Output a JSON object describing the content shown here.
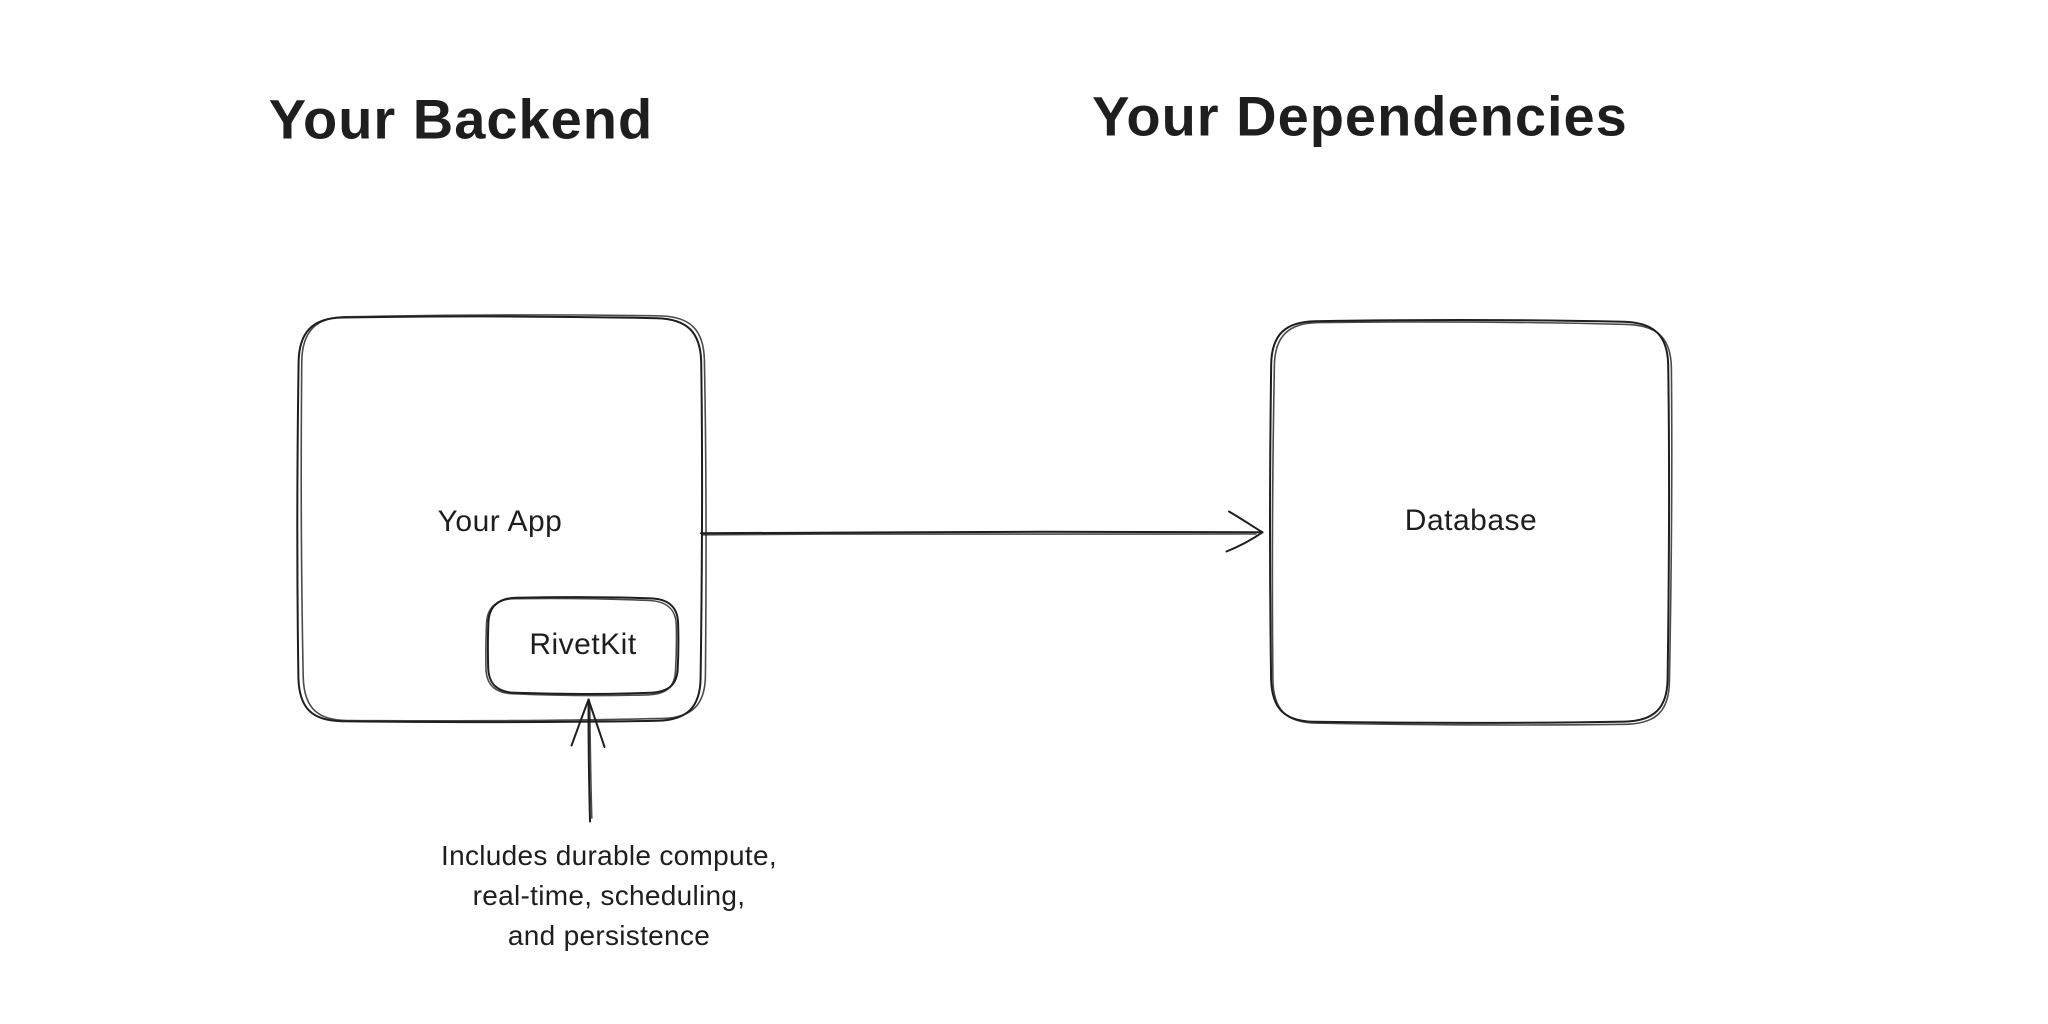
{
  "diagram": {
    "columns": {
      "backend": {
        "title": "Your Backend"
      },
      "dependencies": {
        "title": "Your Dependencies"
      }
    },
    "nodes": {
      "your_app": {
        "label": "Your App"
      },
      "rivetkit": {
        "label": "RivetKit"
      },
      "database": {
        "label": "Database"
      }
    },
    "note": {
      "lines": [
        "Includes durable compute,",
        "real-time, scheduling,",
        "and persistence"
      ]
    },
    "edges": [
      {
        "from": "Your App",
        "to": "Database",
        "style": "arrow"
      },
      {
        "from": "note",
        "to": "RivetKit",
        "style": "arrow"
      }
    ],
    "colors": {
      "background": "#ffffff",
      "stroke": "#1e1e1e",
      "text": "#1e1e1e"
    }
  }
}
